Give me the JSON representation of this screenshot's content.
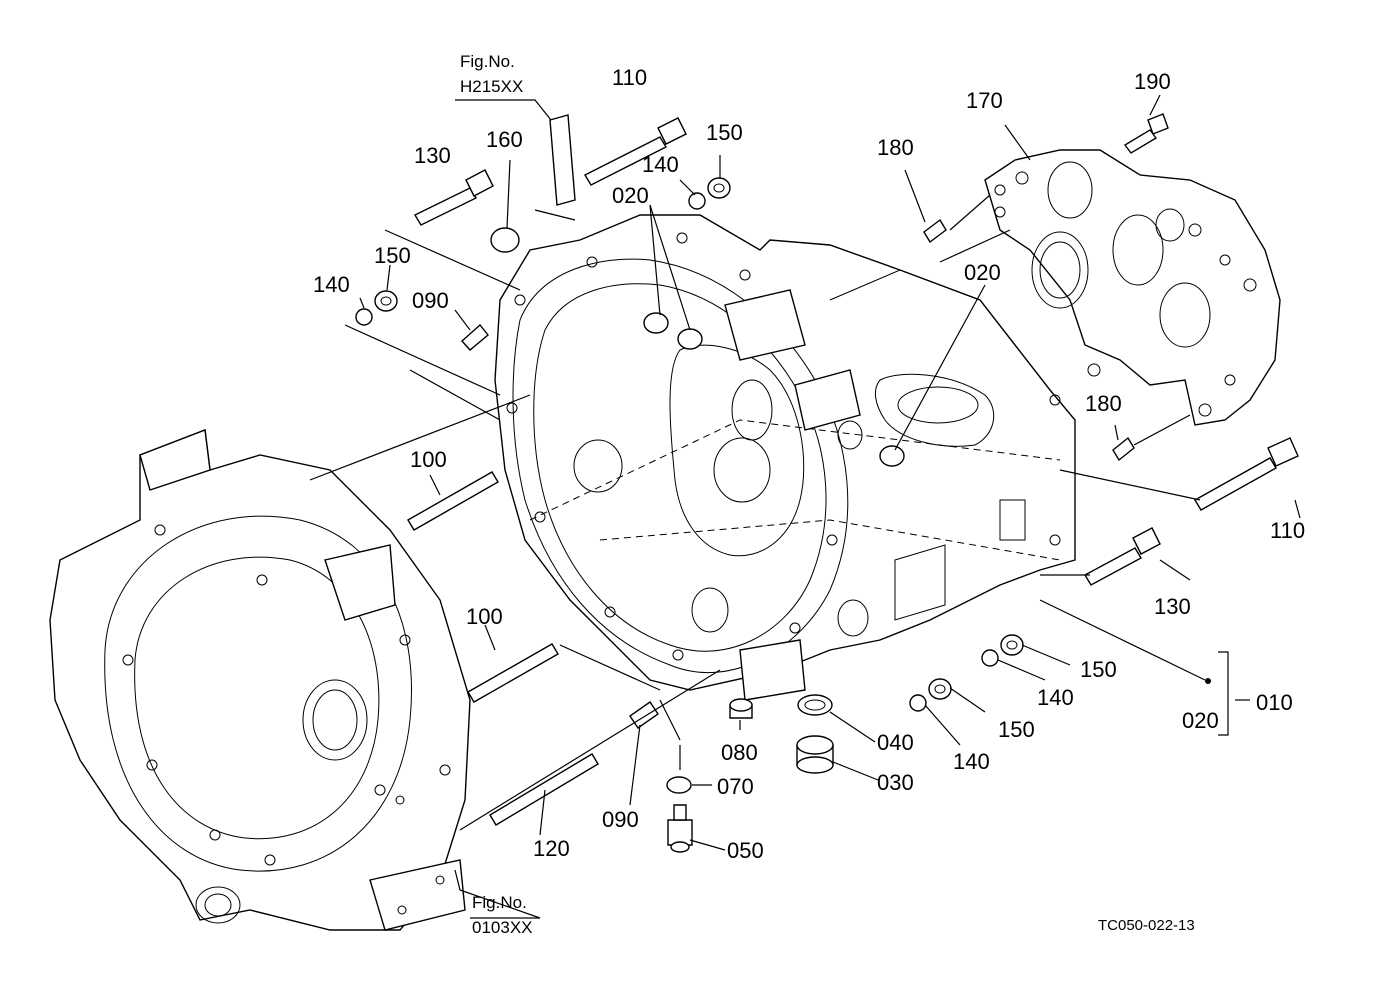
{
  "figure_refs": {
    "top": {
      "line1": "Fig.No.",
      "line2": "H215XX"
    },
    "bottom": {
      "line1": "Fig.No.",
      "line2": "0103XX"
    }
  },
  "assembly": {
    "group_label": "010",
    "item_label": "020"
  },
  "drawing_code": "TC050-022-13",
  "callouts": {
    "c110_top": "110",
    "c150_top": "150",
    "c140_top": "140",
    "c020_top": "020",
    "c160": "160",
    "c130_top": "130",
    "c150_left": "150",
    "c140_left": "140",
    "c090_top": "090",
    "c180_top": "180",
    "c170": "170",
    "c190": "190",
    "c020_right": "020",
    "c180_mid": "180",
    "c110_right": "110",
    "c130_right": "130",
    "c100_top": "100",
    "c100_mid": "100",
    "c150_r1": "150",
    "c140_r1": "140",
    "c150_r2": "150",
    "c140_r2": "140",
    "c080": "080",
    "c040": "040",
    "c030": "030",
    "c070": "070",
    "c090_low": "090",
    "c050": "050",
    "c120": "120"
  }
}
